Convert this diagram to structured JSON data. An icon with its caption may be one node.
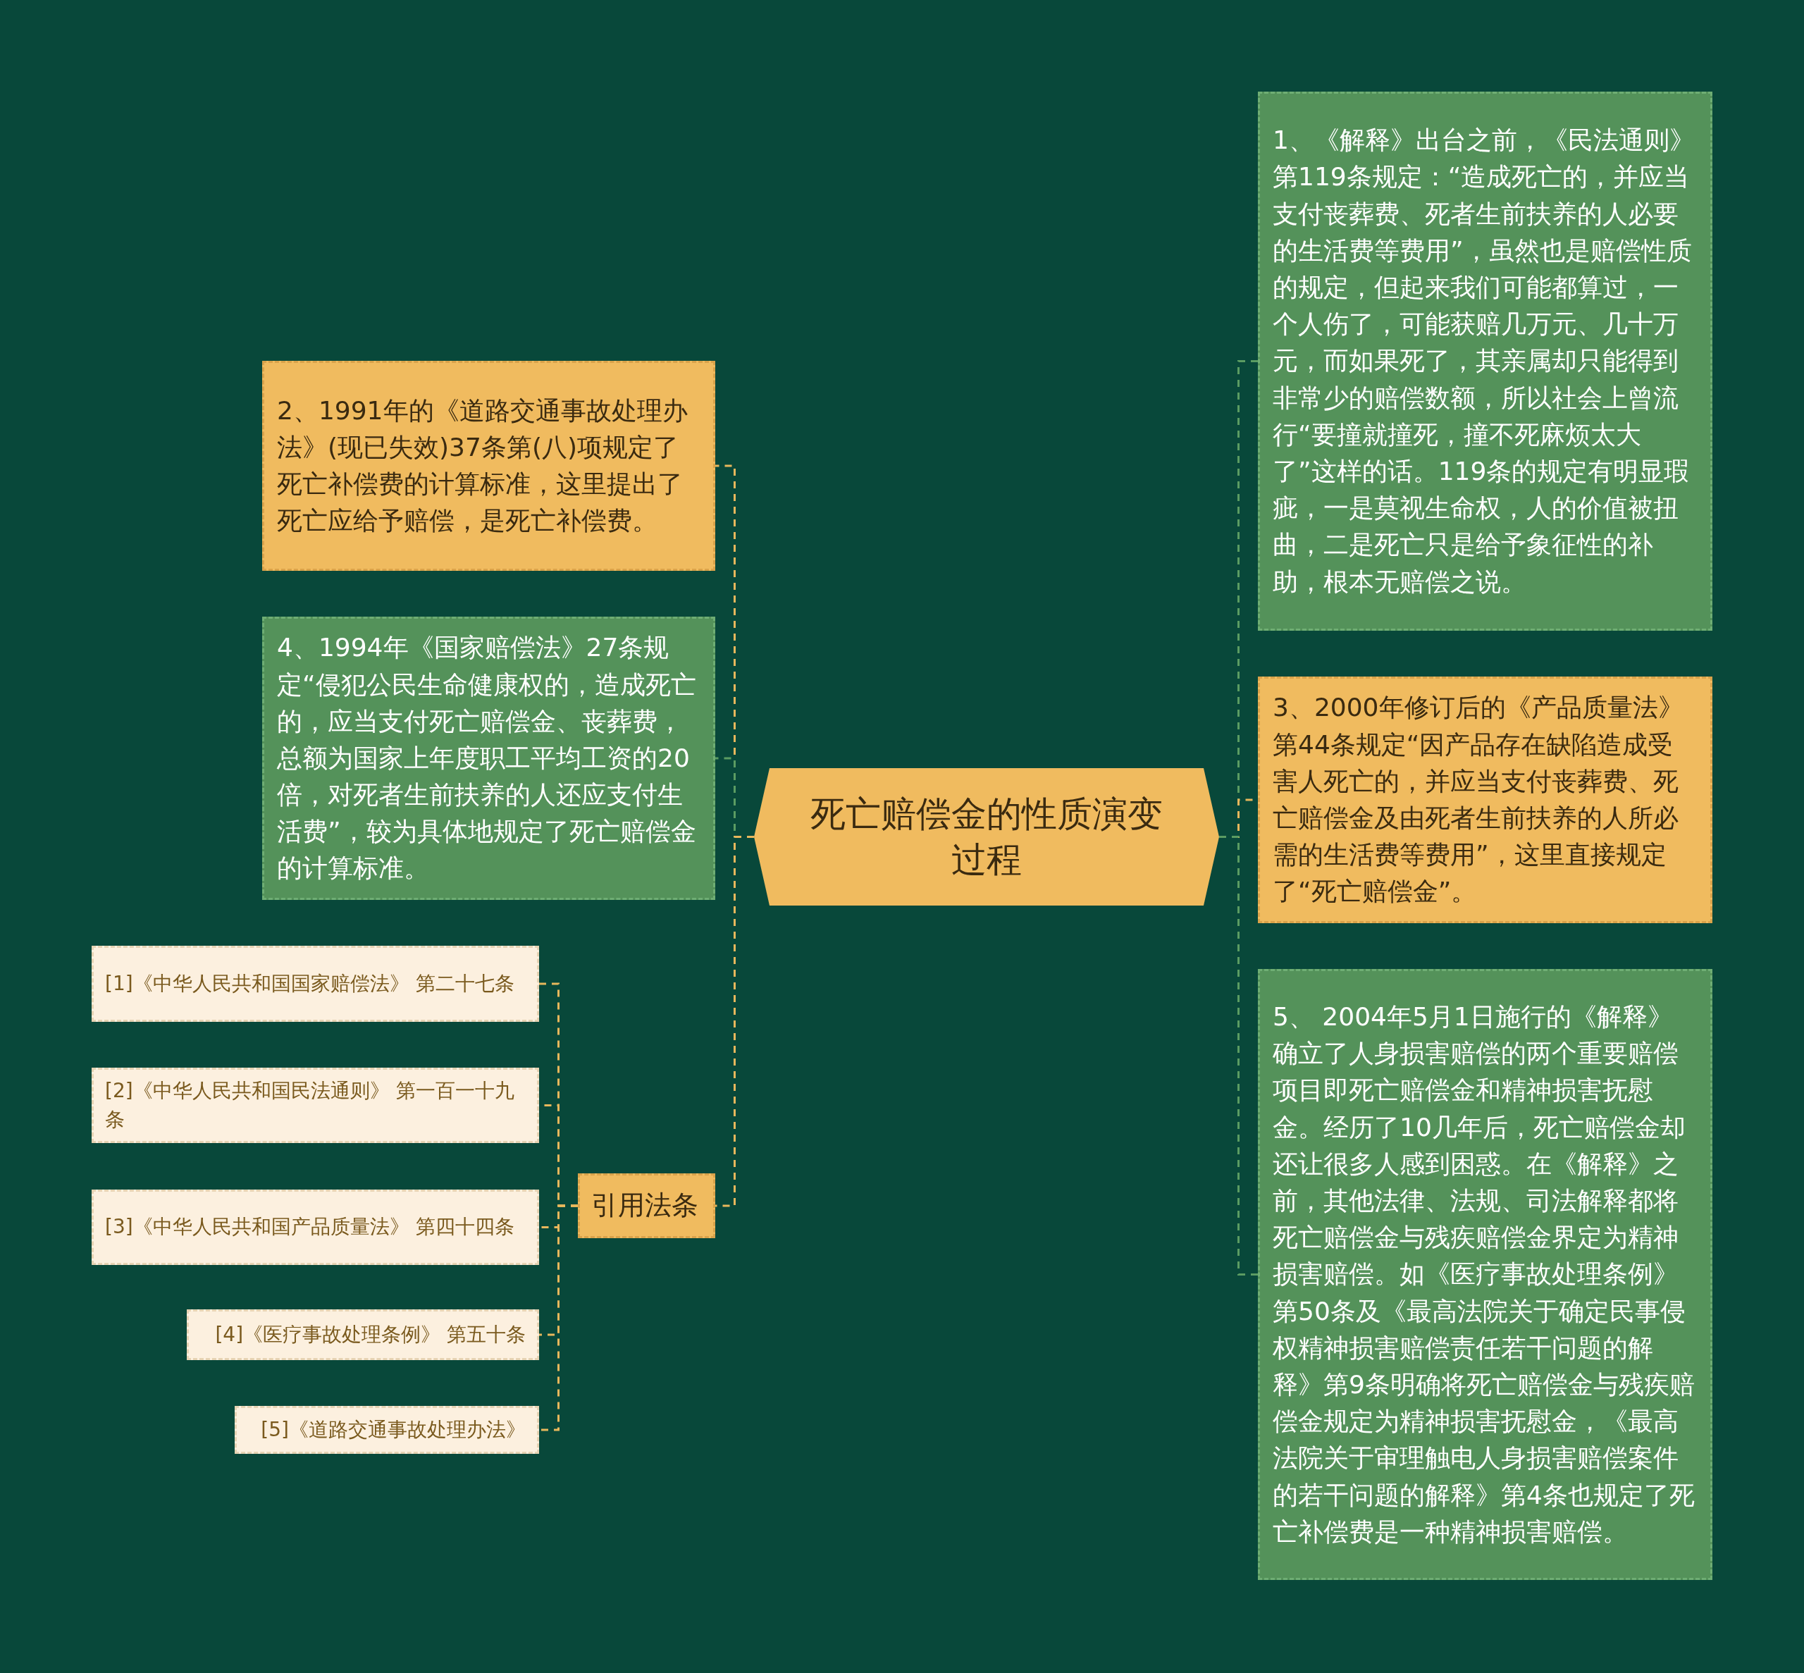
{
  "diagram": {
    "nodes": [
      {
        "text": [
          "死亡赔偿金的性质演变过程"
        ]
      },
      {
        "text": [
          "2、1991年的《道路交通事故处理办法》(现已失效)37条第(八)项规定了死亡补偿费的计算标准，这里提出了死亡应给予赔偿，是死亡补偿费。"
        ]
      },
      {
        "text": [
          "4、1994年《国家赔偿法》27条规定“侵犯公民生命健康权的，造成死亡的，应当支付死亡赔偿金、丧葬费，总额为国家上年度职工平均工资的20倍，对死者生前扶养的人还应支付生活费”，较为具体地规定了死亡赔偿金的计算标准。"
        ]
      },
      {
        "text": [
          "引用法条"
        ]
      },
      {
        "text": [
          "[1]《中华人民共和国国家赔偿法》 第二十七条"
        ]
      },
      {
        "text": [
          "[2]《中华人民共和国民法通则》 第一百一十九条"
        ]
      },
      {
        "text": [
          "[3]《中华人民共和国产品质量法》 第四十四条"
        ]
      },
      {
        "text": [
          "[4]《医疗事故处理条例》 第五十条"
        ]
      },
      {
        "text": [
          "[5]《道路交通事故处理办法》"
        ]
      },
      {
        "text": [
          "1、《解释》出台之前，《民法通则》第119条规定：“造成死亡的，并应当支付丧葬费、死者生前扶养的人必要的生活费等费用”，虽然也是赔偿性质的规定，但起来我们可能都算过，一个人伤了，可能获赔几万元、几十万元，而如果死了，其亲属却只能得到非常少的赔偿数额，所以社会上曾流行“要撞就撞死，撞不死麻烦太大了”这样的话。119条的规定有明显瑕疵，一是莫视生命权，人的价值被扭曲，二是死亡只是给予象征性的补助，根本无赔偿之说。"
        ]
      },
      {
        "text": [
          "3、2000年修订后的《产品质量法》第44条规定“因产品存在缺陷造成受害人死亡的，并应当支付丧葬费、死亡赔偿金及由死者生前扶养的人所必需的生活费等费用”，这里直接规定了“死亡赔偿金”。"
        ]
      },
      {
        "text": [
          "5、 2004年5月1日施行的《解释》确立了人身损害赔偿的两个重要赔偿项目即死亡赔偿金和精神损害抚慰金。经历了10几年后，死亡赔偿金却还让很多人感到困惑。在《解释》之前，其他法律、法规、司法解释都将死亡赔偿金与残疾赔偿金界定为精神损害赔偿。如《医疗事故处理条例》第50条及《最高法院关于确定民事侵权精神损害赔偿责任若干问题的解释》第9条明确将死亡赔偿金与残疾赔偿金规定为精神损害抚慰金，《最高法院关于审理触电人身损害赔偿案件的若干问题的解释》第4条也规定了死亡补偿费是一种精神损害赔偿。"
        ]
      }
    ],
    "edges": [
      {
        "from": 0,
        "to": 1,
        "arrow": "none",
        "style": "dashed"
      },
      {
        "from": 0,
        "to": 2,
        "arrow": "none",
        "style": "dashed",
        "color": "#5b9c62"
      },
      {
        "from": 0,
        "to": 3,
        "arrow": "none",
        "style": "dashed"
      },
      {
        "from": 3,
        "to": 4,
        "arrow": "none",
        "style": "dashed"
      },
      {
        "from": 3,
        "to": 5,
        "arrow": "none",
        "style": "dashed"
      },
      {
        "from": 3,
        "to": 6,
        "arrow": "none",
        "style": "dashed"
      },
      {
        "from": 3,
        "to": 7,
        "arrow": "none",
        "style": "dashed"
      },
      {
        "from": 3,
        "to": 8,
        "arrow": "none",
        "style": "dashed"
      },
      {
        "from": 0,
        "to": 9,
        "arrow": "none",
        "style": "dashed",
        "color": "#5b9c62"
      },
      {
        "from": 0,
        "to": 10,
        "arrow": "none",
        "style": "dashed"
      },
      {
        "from": 0,
        "to": 11,
        "arrow": "none",
        "style": "dashed",
        "color": "#5b9c62"
      }
    ]
  }
}
